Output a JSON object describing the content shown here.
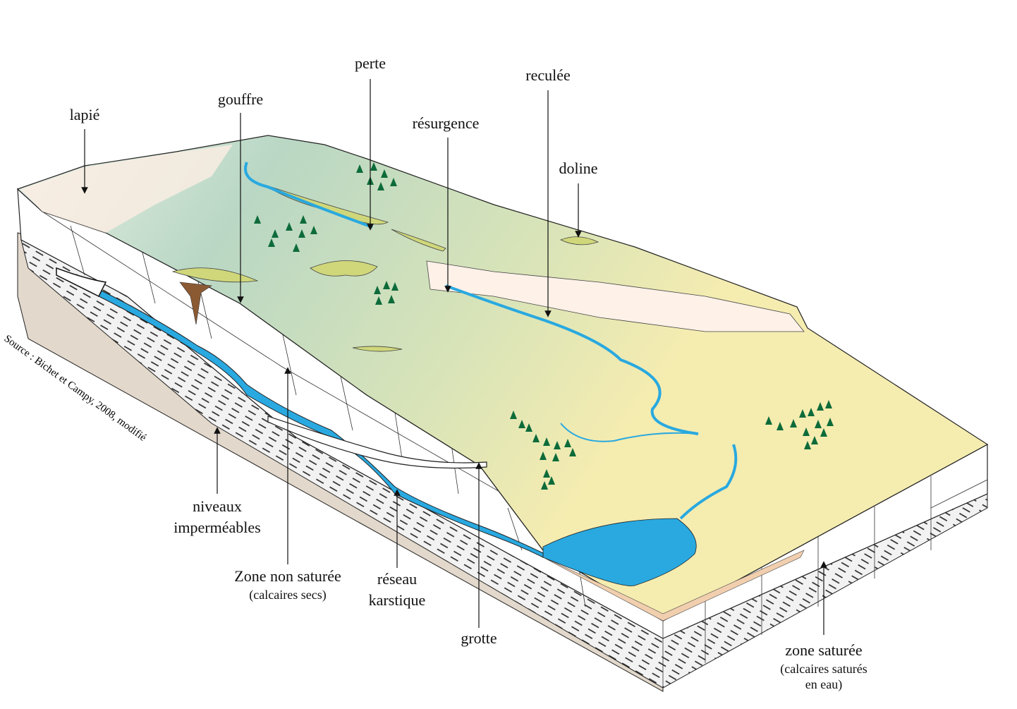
{
  "labels": {
    "lapie": "lapié",
    "gouffre": "gouffre",
    "perte": "perte",
    "resurgence": "résurgence",
    "reculee": "reculée",
    "doline": "doline",
    "niveaux_1": "niveaux",
    "niveaux_2": "imperméables",
    "zns": "Zone non saturée",
    "zns_sub": "(calcaires secs)",
    "reseau_1": "réseau",
    "reseau_2": "karstique",
    "grotte": "grotte",
    "zs": "zone saturée",
    "zs_sub_1": "(calcaires saturés",
    "zs_sub_2": "en eau)"
  },
  "source": "Source : Bichet et Campy, 2008, modifié",
  "colors": {
    "water": "#29a9e0",
    "plateau_green": "#b9d7c4",
    "plateau_yellow": "#f5ecb0",
    "limestone": "#ffffff",
    "basement": "#e2d8cb",
    "cliff": "#fdf1e8",
    "tree": "#0d6b3a",
    "depression": "#cfd77a"
  }
}
